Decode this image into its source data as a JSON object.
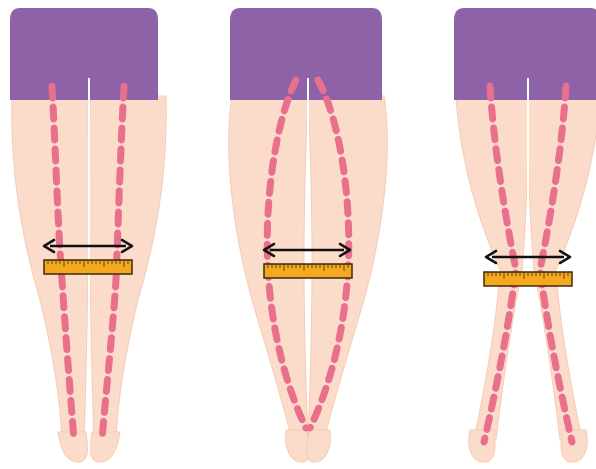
{
  "colors": {
    "background": "#ffffff",
    "shorts": "#8d62a6",
    "skin": "#fbdccb",
    "skin_outline": "#f6cbb4",
    "leg_gap": "#ffffff",
    "axis_line": "#e8708c",
    "ruler_fill": "#f4a81d",
    "ruler_border": "#3b2a10",
    "arrow": "#111111"
  },
  "figures": [
    {
      "id": "normal-legs",
      "alignment": "straight"
    },
    {
      "id": "bow-legs",
      "alignment": "bowed-out"
    },
    {
      "id": "knock-knees",
      "alignment": "knees-in"
    }
  ],
  "icons": [
    "ruler-icon",
    "double-arrow-icon"
  ]
}
